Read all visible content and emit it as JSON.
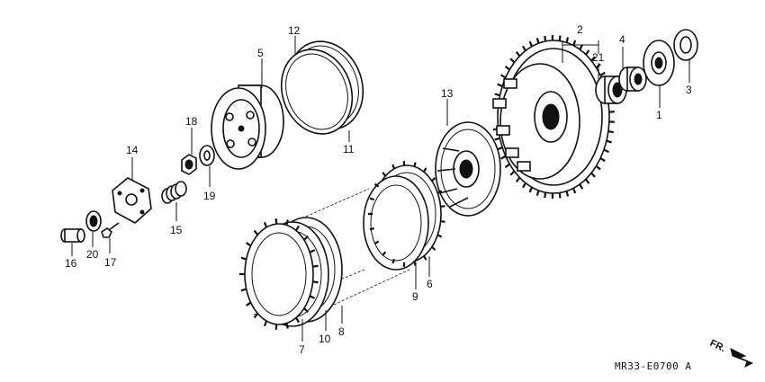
{
  "labels": {
    "p1": "1",
    "p2": "2",
    "p3": "3",
    "p4": "4",
    "p5": "5",
    "p6": "6",
    "p7": "7",
    "p8": "8",
    "p9": "9",
    "p10": "10",
    "p11": "11",
    "p12": "12",
    "p13": "13",
    "p14": "14",
    "p15": "15",
    "p16": "16",
    "p17": "17",
    "p18": "18",
    "p19": "19",
    "p20": "20",
    "p21": "21"
  },
  "diagram_code": "MR33-E0700 A",
  "direction_label": "FR."
}
